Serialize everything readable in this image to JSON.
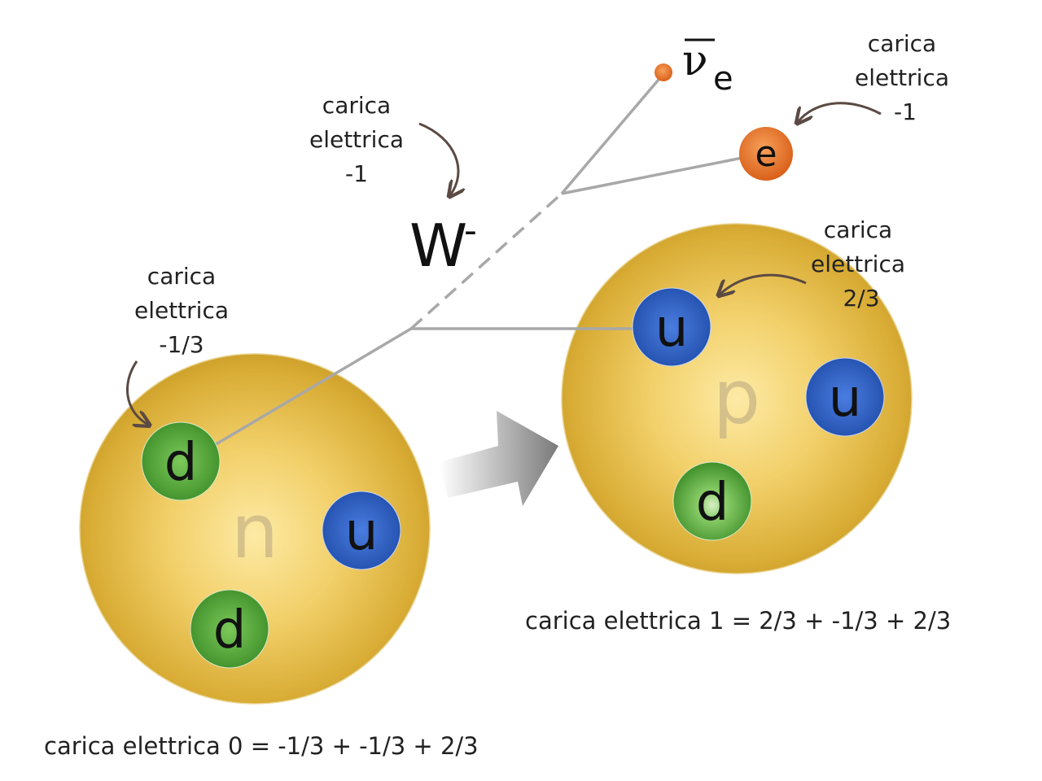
{
  "colors": {
    "nucleon": "#e0b93a",
    "nucleon_light": "#fbe7a0",
    "nucleon_dark": "#c89a22",
    "up_quark": "#2f5fbf",
    "down_quark": "#5aa83a",
    "electron": "#e8701e",
    "line": "#a8a8a8",
    "arrow_annot": "#5b4a43",
    "text": "#222222"
  },
  "neutron": {
    "label": "n",
    "quarks": [
      {
        "name": "quark-d",
        "label": "d"
      },
      {
        "name": "quark-u",
        "label": "u"
      },
      {
        "name": "quark-d",
        "label": "d"
      }
    ],
    "charge_note": {
      "line1": "carica",
      "line2": "elettrica",
      "line3": "-1/3"
    },
    "equation": "carica elettrica 0 = -1/3 + -1/3  + 2/3"
  },
  "proton": {
    "label": "p",
    "quarks": [
      {
        "name": "quark-u",
        "label": "u"
      },
      {
        "name": "quark-u",
        "label": "u"
      },
      {
        "name": "quark-d",
        "label": "d"
      }
    ],
    "charge_note": {
      "line1": "carica",
      "line2": "elettrica",
      "line3": "2/3"
    },
    "equation": "carica elettrica 1 = 2/3 + -1/3  + 2/3"
  },
  "w_boson": {
    "symbol": "W",
    "superscript": "-",
    "charge_note": {
      "line1": "carica",
      "line2": "elettrica",
      "line3": "-1"
    }
  },
  "electron": {
    "label": "e",
    "charge_note": {
      "line1": "carica",
      "line2": "elettrica",
      "line3": "-1"
    }
  },
  "antineutrino": {
    "symbol": "ν",
    "subscript": "e"
  }
}
